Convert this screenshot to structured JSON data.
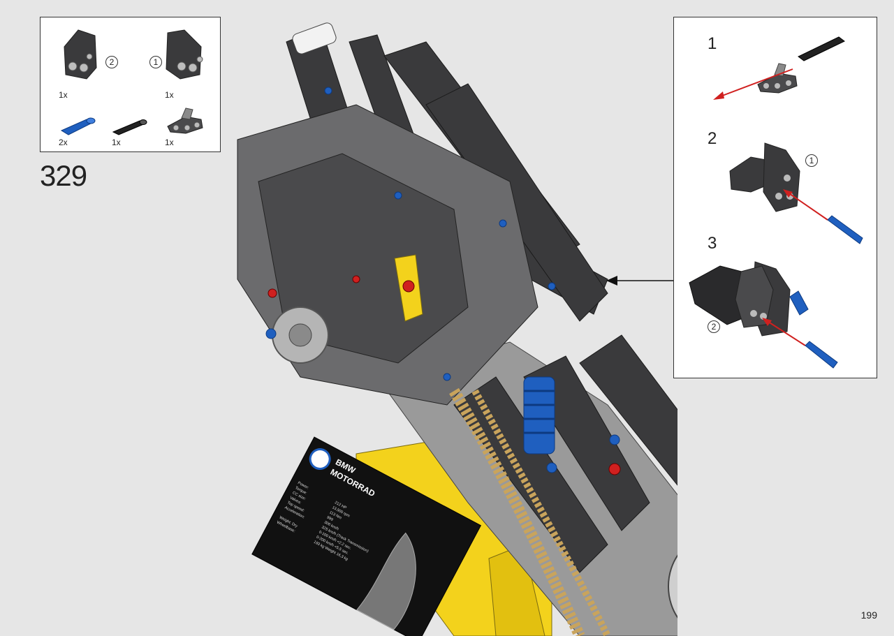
{
  "parts_list": {
    "items": [
      {
        "name": "dark-panel-right",
        "qty": "1x",
        "ref": "2"
      },
      {
        "name": "dark-panel-left",
        "qty": "1x",
        "ref": "1"
      },
      {
        "name": "blue-axle-pin",
        "qty": "2x"
      },
      {
        "name": "black-axle-pin",
        "qty": "1x"
      },
      {
        "name": "grey-beam-connector",
        "qty": "1x"
      }
    ]
  },
  "step": {
    "number": "329"
  },
  "callout": {
    "substeps": [
      {
        "number": "1"
      },
      {
        "number": "2",
        "ref": "1"
      },
      {
        "number": "3",
        "ref": "2"
      }
    ]
  },
  "plaque": {
    "brand_line1": "BMW",
    "brand_line2": "MOTORRAD",
    "specs_labels": [
      "Power:",
      "Torque:",
      "CC size:",
      "Valves:",
      "Top speed:",
      "Acceleration:",
      "",
      "Weight: Dry",
      "Wheelbase:"
    ],
    "specs_values": [
      "212 HP",
      "13,500 rpm",
      "113 Nm",
      "999",
      "306 km/h",
      "325 km/h (Track Transmission)",
      "0-100 km/h <2.2 sec.",
      "0-200 km/h <5.5 sec.",
      "193 kg  Weight 16,3 kg"
    ]
  },
  "page": {
    "number": "199"
  },
  "colors": {
    "background": "#e6e6e6",
    "dark_grey": "#3a3a3c",
    "light_grey": "#a8a8a8",
    "blue": "#1f5fbf",
    "yellow": "#f3d21c",
    "red": "#d0201f",
    "gold_chain": "#c9a45c"
  }
}
